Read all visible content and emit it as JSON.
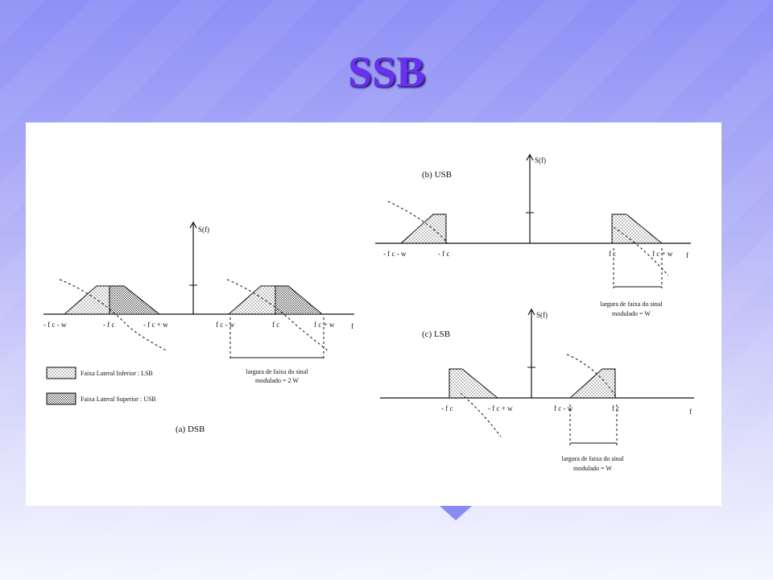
{
  "slide": {
    "title": "SSB"
  },
  "colors": {
    "title": "#6a2ff0",
    "arrow": "#8a8af4"
  },
  "dsb": {
    "caption": "(a) DSB",
    "axis_y": "S(f)",
    "axis_x": "f",
    "ticks": [
      "- f c - w",
      "- f c",
      "- f c + w",
      "f c - w",
      "f c",
      "f c + w"
    ],
    "bandwidth_line1": "largura de faixa do sinal",
    "bandwidth_line2": "modulado = 2 W",
    "legend_lsb": "Faixa Lateral Inferior : LSB",
    "legend_usb": "Faixa Lateral Superior : USB"
  },
  "usb": {
    "caption": "(b) USB",
    "axis_y": "S(f)",
    "axis_x": "f",
    "ticks": [
      "- f c - w",
      "- f c",
      "f c",
      "f c + w"
    ],
    "bandwidth_line1": "largura de faixa do sinal",
    "bandwidth_line2": "modulado = W"
  },
  "lsb": {
    "caption": "(c) LSB",
    "axis_y": "S(f)",
    "axis_x": "f",
    "ticks": [
      "- f c",
      "- f c + w",
      "f c - w",
      "f c"
    ],
    "bandwidth_line1": "largura de faixa do sinal",
    "bandwidth_line2": "modulado = W"
  }
}
